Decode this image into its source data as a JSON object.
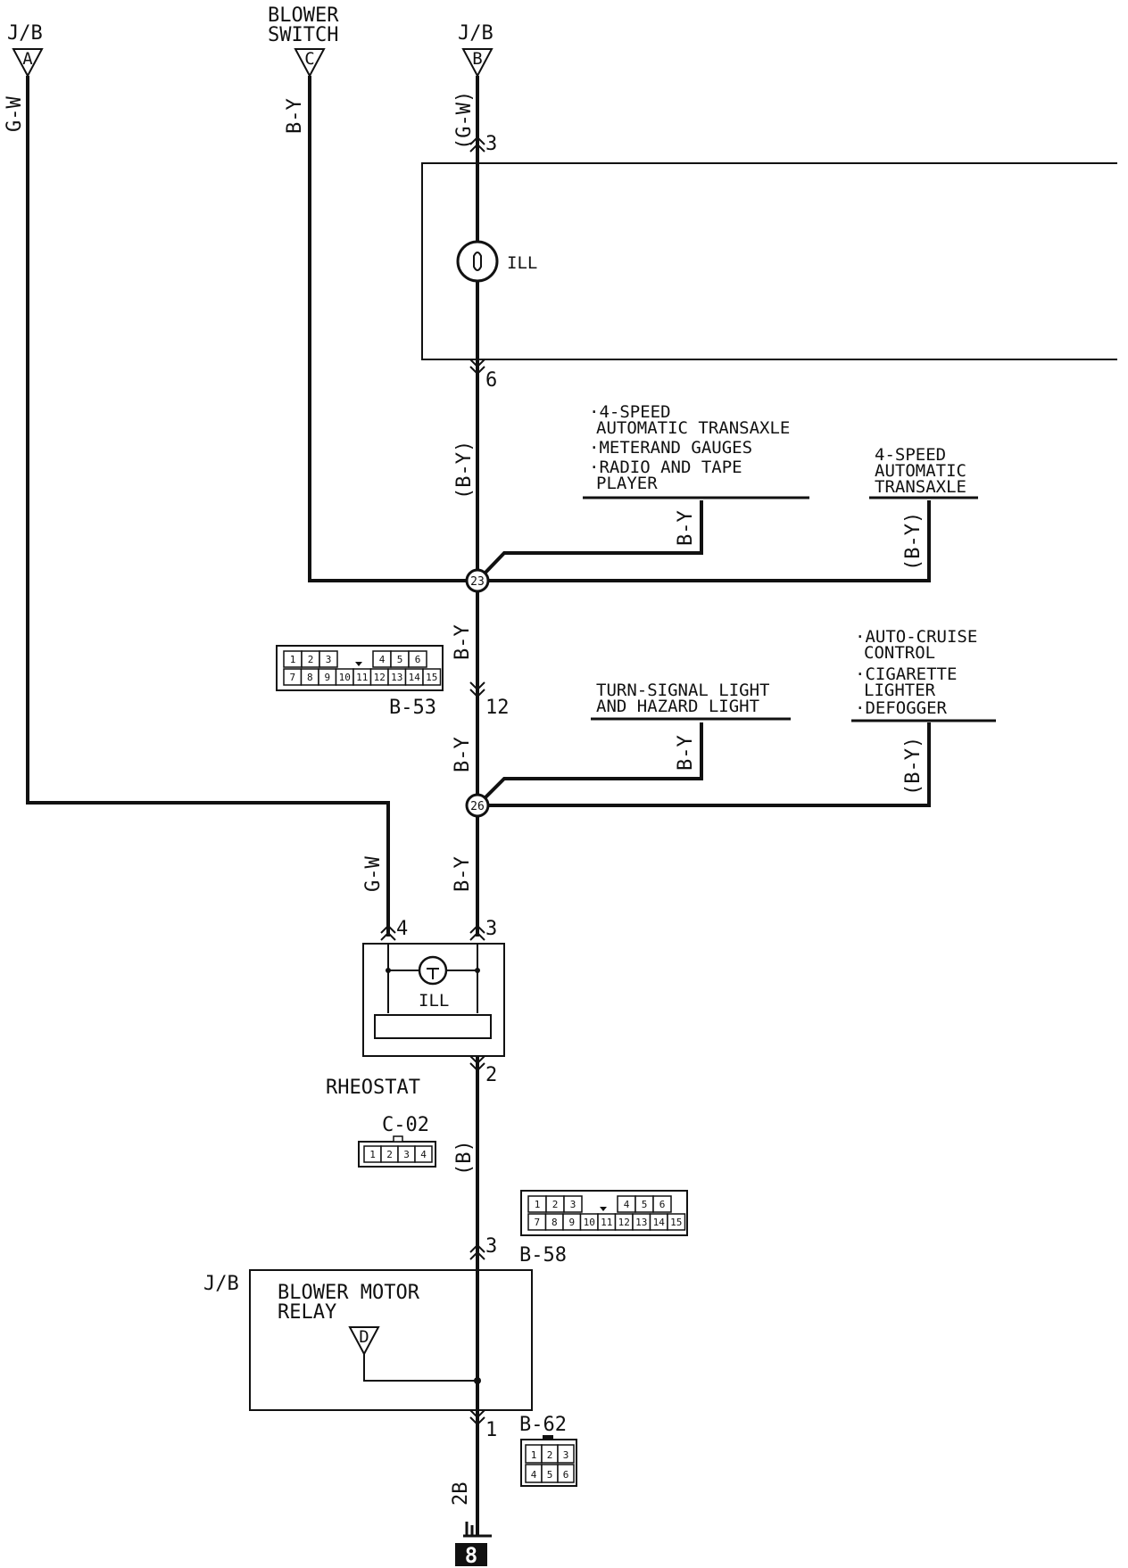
{
  "connectors_top": {
    "jb_a": {
      "label": "J/B",
      "letter": "A",
      "wire": "G-W"
    },
    "blower_switch": {
      "label1": "BLOWER",
      "label2": "SWITCH",
      "letter": "C",
      "wire": "B-Y"
    },
    "jb_b": {
      "label": "J/B",
      "letter": "B",
      "wire": "(G-W)"
    }
  },
  "meter_section": {
    "pin_top": "3",
    "pin_bottom": "6",
    "lamp_label": "ILL",
    "wire_below": "(B-Y)"
  },
  "branch_upper_left": {
    "line1": "·4-SPEED",
    "line2": "AUTOMATIC TRANSAXLE",
    "line3": "·METERAND GAUGES",
    "line4": "·RADIO AND TAPE",
    "line5": "PLAYER",
    "wire": "B-Y"
  },
  "branch_upper_right": {
    "line1": "4-SPEED",
    "line2": "AUTOMATIC",
    "line3": "TRANSAXLE",
    "wire": "(B-Y)"
  },
  "junction_23": {
    "label": "23",
    "wire_below": "B-Y"
  },
  "connector_b53": {
    "name": "B-53",
    "pin": "12",
    "wire_below": "B-Y",
    "row1": [
      "1",
      "2",
      "3",
      "",
      "",
      "4",
      "5",
      "6"
    ],
    "row2": [
      "7",
      "8",
      "9",
      "10",
      "11",
      "12",
      "13",
      "14",
      "15"
    ]
  },
  "branch_lower_left": {
    "line1": "TURN-SIGNAL LIGHT",
    "line2": "AND HAZARD LIGHT",
    "wire": "B-Y"
  },
  "branch_lower_right": {
    "line1": "·AUTO-CRUISE",
    "line2": "CONTROL",
    "line3": "·CIGARETTE",
    "line4": "LIGHTER",
    "line5": "·DEFOGGER",
    "wire": "(B-Y)"
  },
  "junction_26": {
    "label": "26",
    "wire_below": "B-Y",
    "wire_left": "G-W"
  },
  "rheostat": {
    "pin_left": "4",
    "pin_right": "3",
    "pin_bottom": "2",
    "lamp_label": "ILL",
    "name": "RHEOSTAT",
    "wire_below": "(B)"
  },
  "connector_c02": {
    "name": "C-02",
    "cells": [
      "1",
      "2",
      "3",
      "4"
    ]
  },
  "connector_b58": {
    "name": "B-58",
    "pin": "3",
    "row1": [
      "1",
      "2",
      "3",
      "",
      "",
      "4",
      "5",
      "6"
    ],
    "row2": [
      "7",
      "8",
      "9",
      "10",
      "11",
      "12",
      "13",
      "14",
      "15"
    ]
  },
  "relay": {
    "jb_label": "J/B",
    "line1": "BLOWER MOTOR",
    "line2": "RELAY",
    "letter": "D"
  },
  "connector_b62": {
    "name": "B-62",
    "pin": "1",
    "row1": [
      "1",
      "2",
      "3"
    ],
    "row2": [
      "4",
      "5",
      "6"
    ]
  },
  "ground": {
    "wire": "2B",
    "number": "8"
  }
}
